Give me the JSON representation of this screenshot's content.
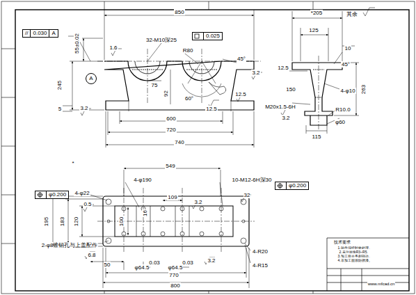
{
  "diagram": {
    "nodes": [
      {
        "text": [
          "//",
          "0.030",
          "A"
        ]
      },
      {
        "text": [
          "A"
        ]
      },
      {
        "text": [
          "0.025"
        ]
      },
      {
        "text": [
          "φ0.200"
        ]
      },
      {
        "text": [
          "φ0.200"
        ]
      }
    ],
    "labels": [
      "850",
      "55±0.02",
      "32-M10深25",
      "R80",
      "1.6",
      "45°",
      "3.2",
      "245",
      "75",
      "92",
      "60°",
      "12.5",
      "12.5",
      "3.2",
      "5",
      "600",
      "720",
      "740",
      "*205",
      "125",
      "10",
      "45°",
      "12.5",
      "263",
      "150",
      "4-φ10",
      "M20x1.5-6H",
      "R10.0",
      "3.2",
      "φ60",
      "115",
      "其余",
      "*",
      "549",
      "4-φ190",
      "10-M12-6H深30",
      "4-φ22",
      "0.5",
      "195",
      "183",
      "120",
      "100",
      "16",
      "109",
      "3.2",
      "32",
      "2-φ8锥销孔与上盖配作",
      "6.8",
      "50",
      "φ64.5",
      "0.03",
      "φ64.5",
      "0.03",
      "3.2",
      "4-R20",
      "4-R15",
      "770",
      "800",
      "技术要求",
      "1.铸件须经时效处理。",
      "2.未注圆角R3~R5。",
      "3.加工面去毛刺锐边。",
      "4.非加工面涂防锈漆。",
      "www.mfcad.cn"
    ]
  }
}
